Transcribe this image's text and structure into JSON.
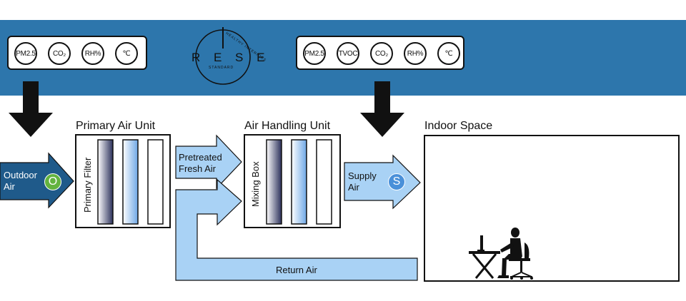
{
  "logo": {
    "name": "RESET",
    "mark": "R E S E",
    "subtitle": "STANDARD",
    "arc_text": "HEALTHY INTERIORS"
  },
  "outdoor_sensors": [
    "PM2.5",
    "CO₂",
    "RH%",
    "℃"
  ],
  "supply_sensors": [
    "PM2.5",
    "TVOC",
    "CO₂",
    "RH%",
    "℃"
  ],
  "units": {
    "primary_air_unit": {
      "title": "Primary Air Unit",
      "filter_label": "Primary Filter"
    },
    "air_handling_unit": {
      "title": "Air Handling Unit",
      "mixing_label": "Mixing Box"
    },
    "indoor_space": {
      "title": "Indoor Space"
    }
  },
  "flows": {
    "outdoor_air": {
      "line1": "Outdoor",
      "line2": "Air",
      "tag": "O"
    },
    "pretreated_fresh_air": {
      "line1": "Pretreated",
      "line2": "Fresh Air"
    },
    "supply_air": {
      "line1": "Supply",
      "line2": "Air",
      "tag": "S"
    },
    "return_air": {
      "label": "Return Air"
    }
  },
  "colors": {
    "banner": "#2d76ac",
    "outdoor_arrow": "#1f5a8a",
    "light_arrow": "#a9d2f5",
    "tag_green": "#63b33f",
    "tag_blue": "#4a90d9"
  }
}
